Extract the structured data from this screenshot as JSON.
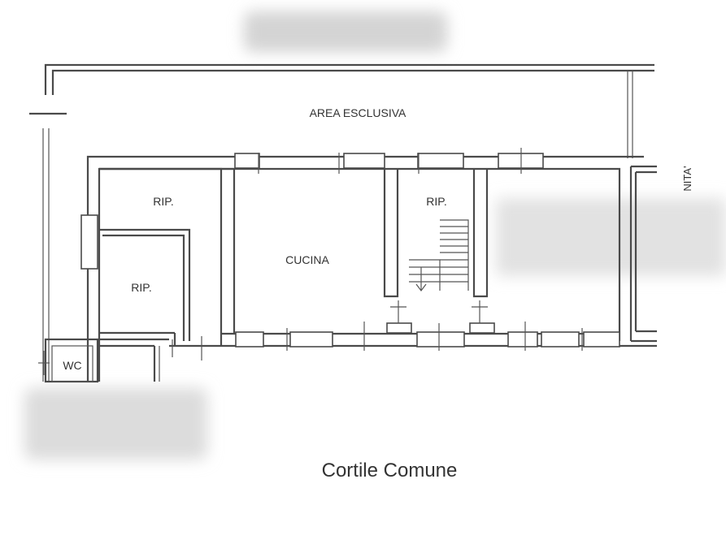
{
  "plan": {
    "rooms": {
      "area_esclusiva": "AREA ESCLUSIVA",
      "rip_left_top": "RIP.",
      "rip_left_bottom": "RIP.",
      "cucina": "CUCINA",
      "rip_stair": "RIP.",
      "wc": "WC",
      "unita_partial": "NITA'"
    },
    "caption": "Cortile Comune"
  },
  "colors": {
    "walls": "#4a4a4a",
    "redaction": "#d4d4d4",
    "background": "#ffffff"
  }
}
